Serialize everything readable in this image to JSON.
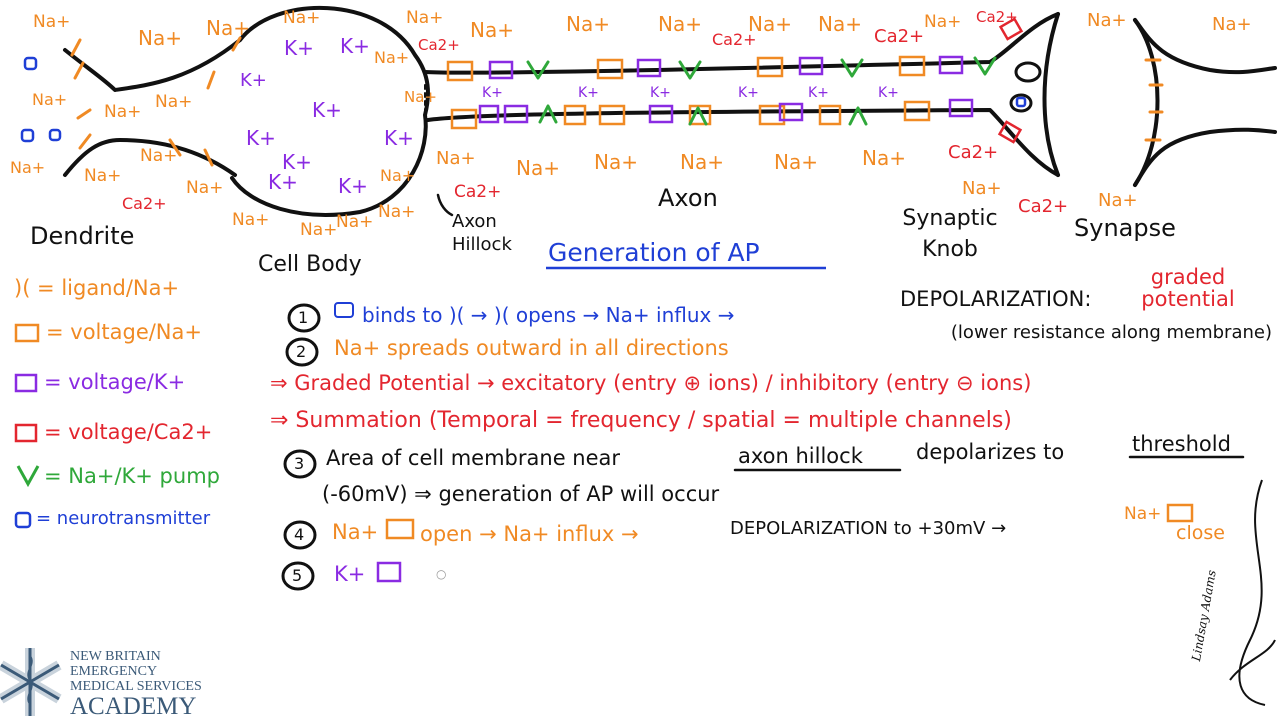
{
  "colors": {
    "sodium": "#f08a24",
    "potassium": "#8a2be2",
    "calcium": "#e3262f",
    "pump": "#2fa83a",
    "neurotransmitter": "#1f3fd6",
    "ink": "#111111",
    "logo": "#3b5a78"
  },
  "ions": {
    "na": "Na+",
    "k": "K+",
    "ca": "Ca2+"
  },
  "labels": {
    "dendrite": "Dendrite",
    "cell_body": "Cell Body",
    "axon_hillock": "Axon Hillock",
    "axon": "Axon",
    "synaptic_knob": "Synaptic Knob",
    "synapse": "Synapse"
  },
  "title": "Generation of AP",
  "legend": [
    {
      "text": ")( = ligand/Na+",
      "color": "sodium"
    },
    {
      "text": "= voltage/Na+",
      "color": "sodium"
    },
    {
      "text": "= voltage/K+",
      "color": "potassium"
    },
    {
      "text": "= voltage/Ca2+",
      "color": "calcium"
    },
    {
      "text": "= Na+/K+ pump",
      "color": "pump"
    },
    {
      "text": "= neurotransmitter",
      "color": "neurotransmitter"
    }
  ],
  "notes": {
    "n1_a": "binds to )( → )( opens → Na+ influx →",
    "n1_b": "DEPOLARIZATION:",
    "n1_c": "graded potential",
    "n2_a": "Na+ spreads outward in all directions",
    "n2_b": "(lower resistance along membrane)",
    "n3": "⇒ Graded Potential → excitatory (entry ⊕ ions) / inhibitory (entry ⊖ ions)",
    "n4": "⇒ Summation (Temporal = frequency / spatial = multiple channels)",
    "n5_a": "Area of cell membrane near",
    "n5_b": "axon hillock",
    "n5_c": "depolarizes to",
    "n5_d": "threshold",
    "n6": "(-60mV)  ⇒ generation of AP will occur",
    "n7_a": "Na+",
    "n7_b": "open → Na+ influx →",
    "n7_c": "DEPOLARIZATION to +30mV →",
    "n7_d": "Na+",
    "n7_e": "close",
    "n8": "K+"
  },
  "steps": [
    "1",
    "2",
    "3",
    "4",
    "5"
  ],
  "logo": {
    "line1": "NEW BRITAIN",
    "line2": "EMERGENCY",
    "line3": "MEDICAL SERVICES",
    "line4": "ACADEMY"
  },
  "signature": "Lindsay Adams"
}
